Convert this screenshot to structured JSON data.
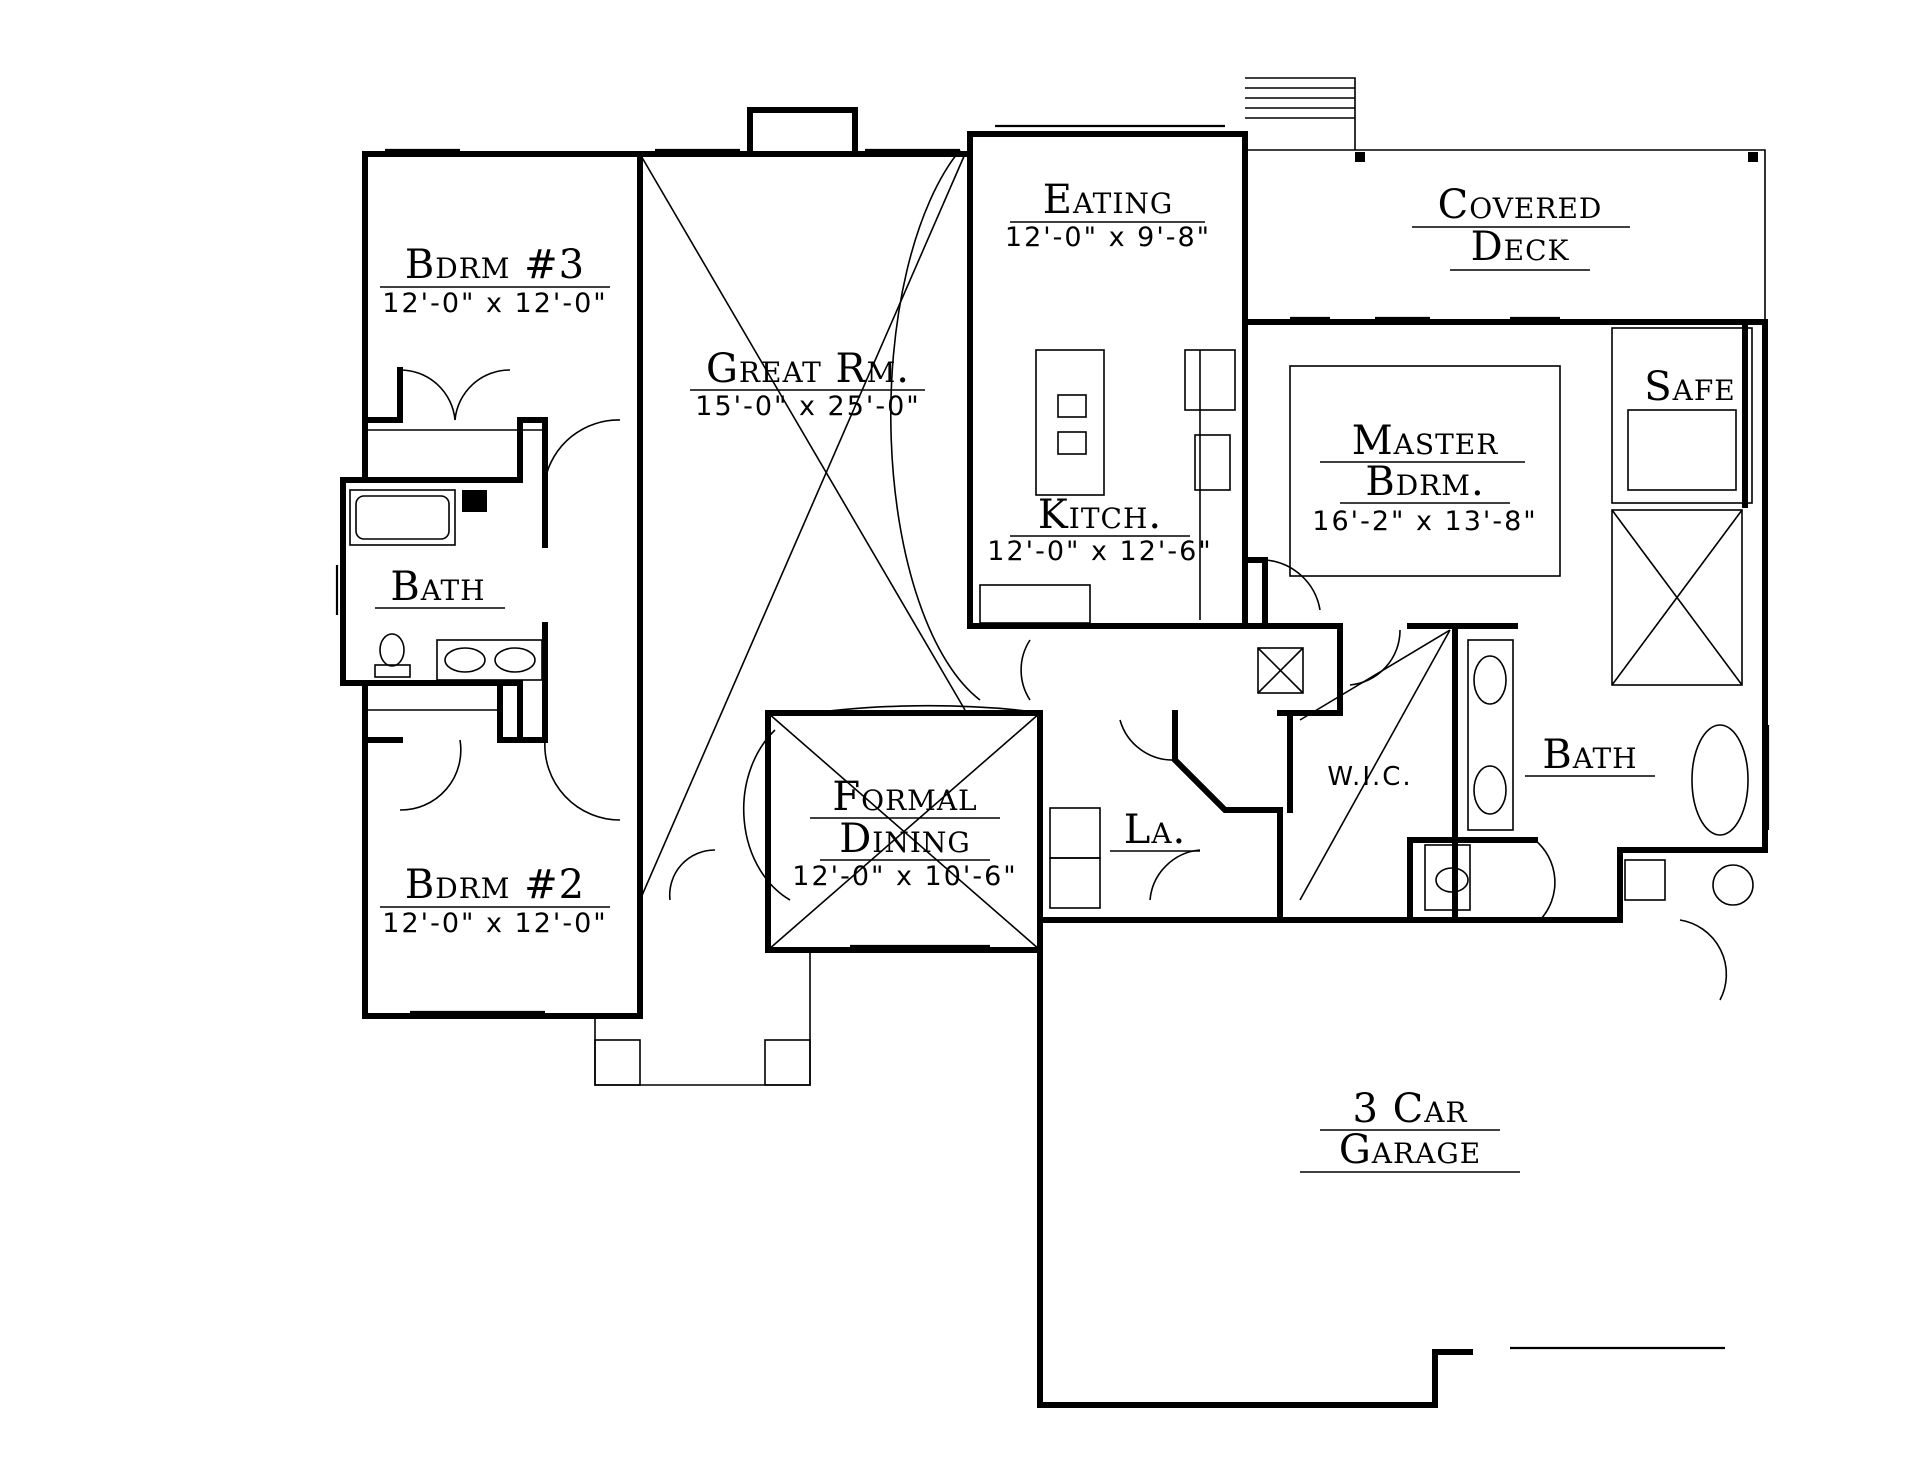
{
  "plan": {
    "rooms": {
      "bdrm3": {
        "name": "Bdrm #3",
        "size": "12'-0\" x 12'-0\""
      },
      "great_rm": {
        "name": "Great Rm.",
        "size": "15'-0\" x 25'-0\""
      },
      "eating": {
        "name": "Eating",
        "size": "12'-0\" x 9'-8\""
      },
      "covered_deck": {
        "name_line1": "Covered",
        "name_line2": "Deck"
      },
      "safe": {
        "name": "Safe"
      },
      "master_bdrm": {
        "name_line1": "Master",
        "name_line2": "Bdrm.",
        "size": "16'-2\" x 13'-8\""
      },
      "kitch": {
        "name": "Kitch.",
        "size": "12'-0\" x 12'-6\""
      },
      "bath_hall": {
        "name": "Bath"
      },
      "formal_dining": {
        "name_line1": "Formal",
        "name_line2": "Dining",
        "size": "12'-0\" x 10'-6\""
      },
      "laundry": {
        "name": "La."
      },
      "wic": {
        "name": "W.I.C."
      },
      "bath_master": {
        "name": "Bath"
      },
      "bdrm2": {
        "name": "Bdrm #2",
        "size": "12'-0\" x 12'-0\""
      },
      "garage": {
        "name_line1": "3 Car",
        "name_line2": "Garage"
      }
    }
  }
}
